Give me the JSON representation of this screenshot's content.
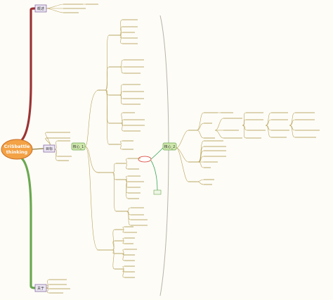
{
  "center": {
    "line1": "CriSbattle",
    "line2": "thinking"
  },
  "top_box": {
    "label": "概述"
  },
  "mid_box": {
    "label": "目标"
  },
  "bottom_box": {
    "label": "关于"
  },
  "hub_left": {
    "label": "核心_1"
  },
  "hub_right": {
    "label": "核心_2"
  },
  "colors": {
    "top_bar": "#9b3434",
    "bottom_bar": "#6aa84f",
    "center_fill": "#f3a245",
    "hub_fill": "#cfe8ad",
    "accent_red": "#d9342b"
  }
}
